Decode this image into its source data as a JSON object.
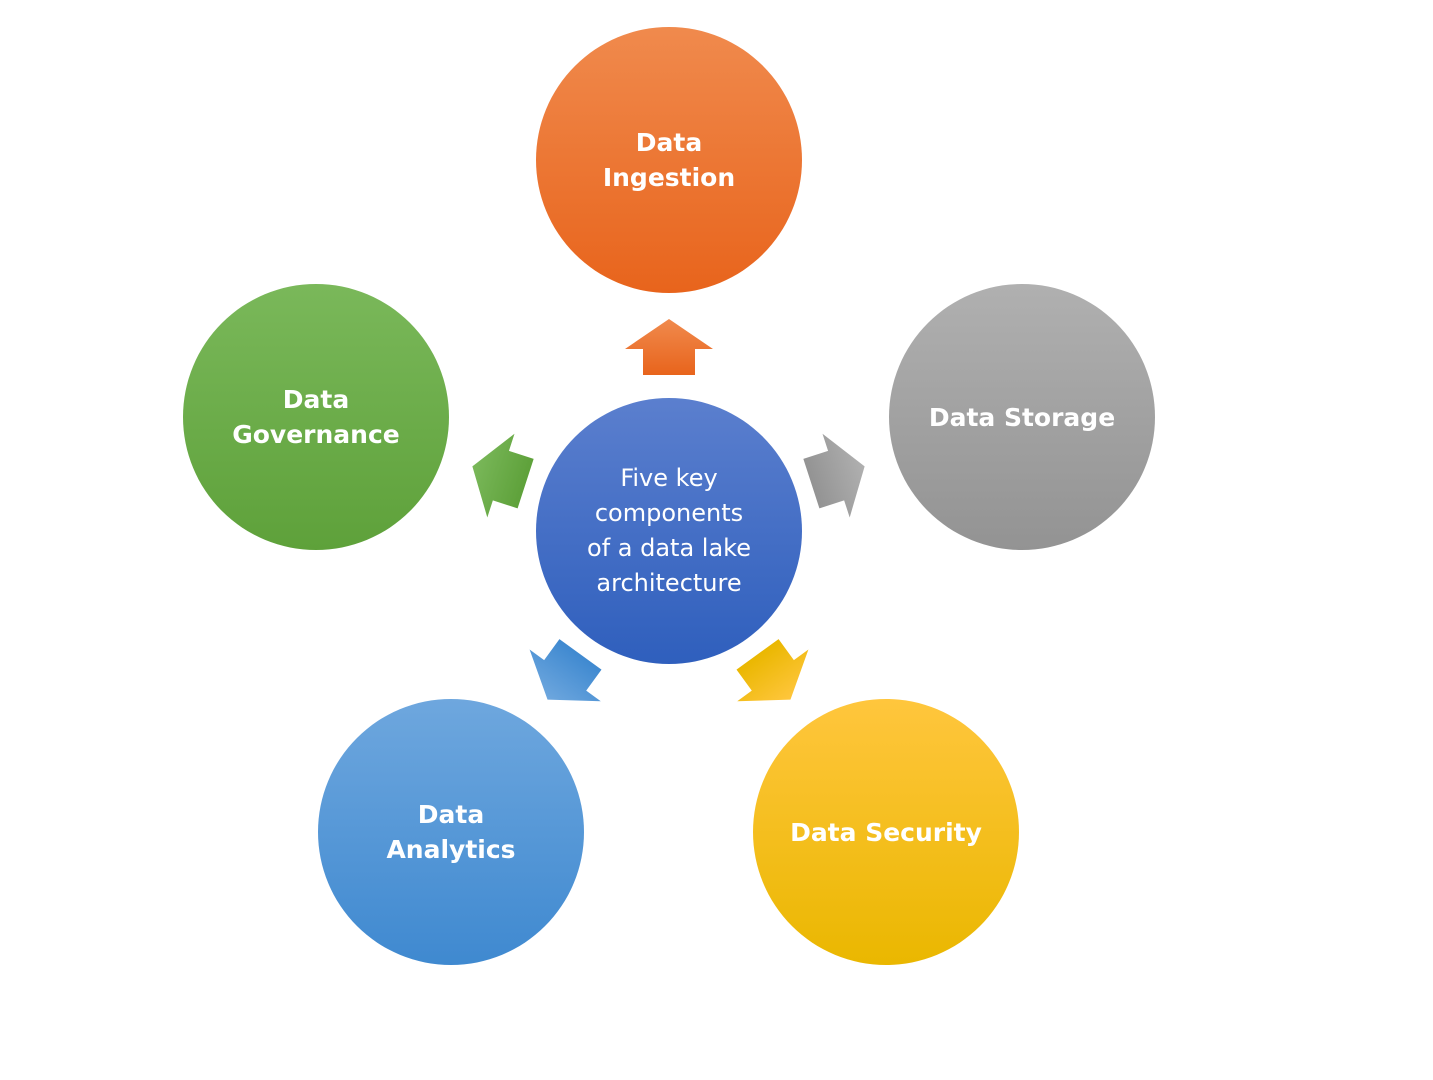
{
  "center": {
    "label": "Five key\ncomponents\nof a data lake\narchitecture",
    "color_top": "#5b7fce",
    "color_bottom": "#2f5fbd"
  },
  "components": {
    "ingestion": {
      "label": "Data\nIngestion",
      "color_top": "#f08a4d",
      "color_bottom": "#e8641c"
    },
    "storage": {
      "label": "Data Storage",
      "color_top": "#b0b0b0",
      "color_bottom": "#939393"
    },
    "security": {
      "label": "Data Security",
      "color_top": "#ffc63d",
      "color_bottom": "#eab700"
    },
    "analytics": {
      "label": "Data\nAnalytics",
      "color_top": "#6ea7de",
      "color_bottom": "#3f89d0"
    },
    "governance": {
      "label": "Data\nGovernance",
      "color_top": "#7ab85a",
      "color_bottom": "#5ea13a"
    }
  }
}
